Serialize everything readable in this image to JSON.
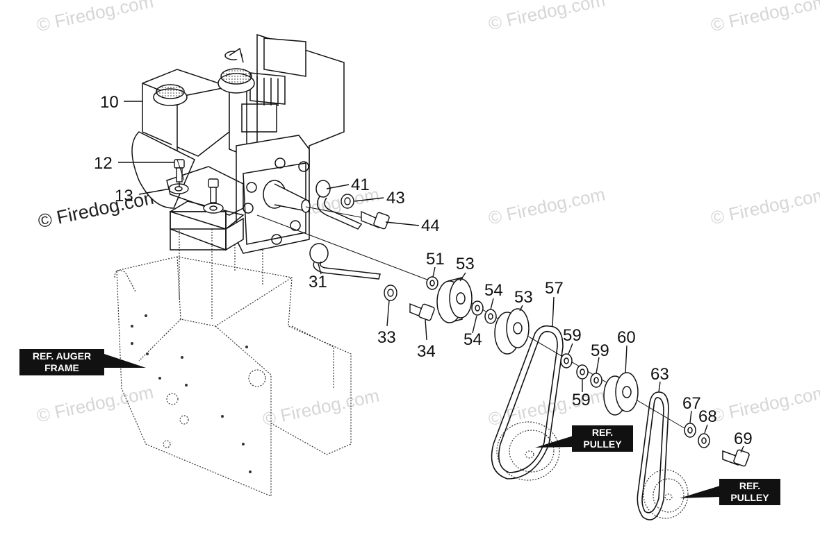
{
  "watermarks": {
    "primary": "© Firedog.com",
    "tiles": [
      "© Firedog.com",
      "© Firedog.com",
      "© Firedog.com",
      "© Firedog.com",
      "© Firedog.com",
      "© Firedog.com",
      "© Firedog.com",
      "© Firedog.com",
      "© Firedog.com",
      "© Firedog.com"
    ]
  },
  "callouts": {
    "c10": "10",
    "c12": "12",
    "c13": "13",
    "c41": "41",
    "c43": "43",
    "c44": "44",
    "c31": "31",
    "c33": "33",
    "c34": "34",
    "c51": "51",
    "c53a": "53",
    "c54a": "54",
    "c54b": "54",
    "c53b": "53",
    "c57": "57",
    "c59a": "59",
    "c59b": "59",
    "c59c": "59",
    "c60": "60",
    "c63": "63",
    "c67": "67",
    "c68": "68",
    "c69": "69"
  },
  "ref_labels": {
    "auger_frame_line1": "REF. AUGER",
    "auger_frame_line2": "FRAME",
    "pulley1_line1": "REF.",
    "pulley1_line2": "PULLEY",
    "pulley2_line1": "REF.",
    "pulley2_line2": "PULLEY"
  },
  "colors": {
    "line": "#111111",
    "watermark": "#d6d6d6",
    "label_bg": "#111111",
    "label_fg": "#ffffff"
  }
}
